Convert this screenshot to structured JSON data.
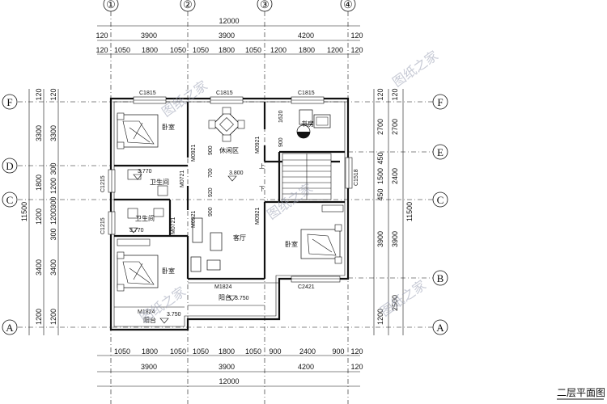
{
  "title": "二层平面图",
  "watermark": "图纸之家",
  "axes": {
    "vertical": [
      "①",
      "②",
      "③",
      "④"
    ],
    "horizontal": [
      "F",
      "E",
      "D",
      "C",
      "B",
      "A"
    ]
  },
  "top_dims": {
    "total": "12000",
    "edge": "120",
    "row1": [
      "3900",
      "3900",
      "4200"
    ],
    "row2": [
      "1050",
      "1800",
      "1050",
      "1050",
      "1800",
      "1050",
      "1200",
      "1800",
      "1200"
    ]
  },
  "bottom_dims": {
    "total": "12000",
    "edge": "120",
    "row1": [
      "1050",
      "1800",
      "1050",
      "1050",
      "1800",
      "1050",
      "900",
      "2400",
      "900"
    ],
    "row2": [
      "3900",
      "3900",
      "4200"
    ]
  },
  "left_dims": {
    "total": "11500",
    "edge": "120",
    "outer": [
      "3300",
      "1800",
      "1200",
      "3400",
      "1200"
    ],
    "inner": [
      "3300",
      "300",
      "1200",
      "300",
      "1200",
      "300",
      "3400",
      "1200"
    ]
  },
  "right_dims": {
    "total": "11500",
    "edge": "120",
    "outer": [
      "2700",
      "2400",
      "3900",
      "2500"
    ],
    "inner": [
      "2700",
      "450",
      "1500",
      "450",
      "3900",
      "1200"
    ]
  },
  "rooms": {
    "bedroom_nw": "卧室",
    "leisure": "休闲区",
    "study": "书房",
    "bath_upper": "卫生间",
    "bath_lower": "卫生间",
    "living": "客厅",
    "bedroom_e": "卧室",
    "bedroom_sw": "卧室",
    "balcony_center": "阳台",
    "balcony_sw": "阳台"
  },
  "labels": {
    "window_top_1": "C1815",
    "window_top_2": "C1815",
    "window_top_3": "C1815",
    "window_left_1": "C1215",
    "window_left_2": "C1215",
    "window_right": "C1518",
    "window_bottom": "C2421",
    "door_m1824_center": "M1824",
    "door_m1824_sw": "M1824",
    "door_m0921_a": "M0921",
    "door_m0921_b": "M0921",
    "door_m0921_c": "M0921",
    "door_m0921_d": "M0921",
    "door_m0721_a": "M0721",
    "door_m0721_b": "M0721",
    "elev_3800": "3.800",
    "elev_3770_a": "3.770",
    "elev_3770_b": "3.770",
    "elev_3750_a": "3.750",
    "elev_3750_b": "3.750",
    "stair_up": "上",
    "stair_down": "下",
    "dim_1620": "1620",
    "dim_900_a": "900",
    "dim_900_b": "900",
    "dim_900_c": "900",
    "dim_700": "700",
    "dim_920": "920"
  }
}
